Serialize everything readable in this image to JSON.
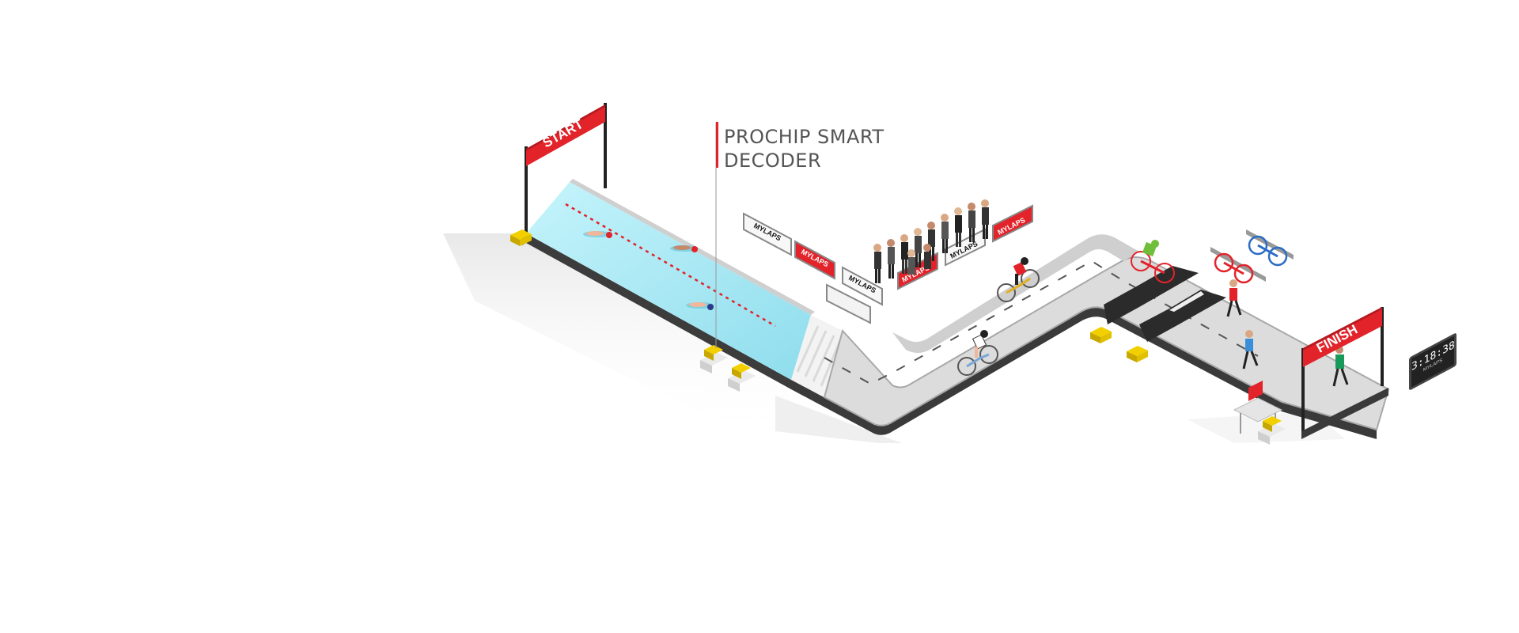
{
  "start_banner": "START",
  "finish_banner": "FINISH",
  "callout": {
    "line1": "PROCHIP SMART",
    "line2": "DECODER"
  },
  "barrier_brand": "MYLAPS",
  "clock_display": {
    "time": "3:18:38",
    "brand": "MYLAPS"
  },
  "colors": {
    "accent_red": "#e2232a",
    "water": "#a6e9f4",
    "road": "#d8d8d8",
    "road_edge": "#9a9a9a",
    "mat": "#2b2b2b",
    "decoder_yellow": "#f2d000"
  },
  "icons": [
    "swimmer-icon",
    "cyclist-icon",
    "runner-icon",
    "spectator-icon",
    "decoder-box-icon",
    "bike-rack-icon",
    "laptop-icon",
    "race-clock-icon"
  ]
}
